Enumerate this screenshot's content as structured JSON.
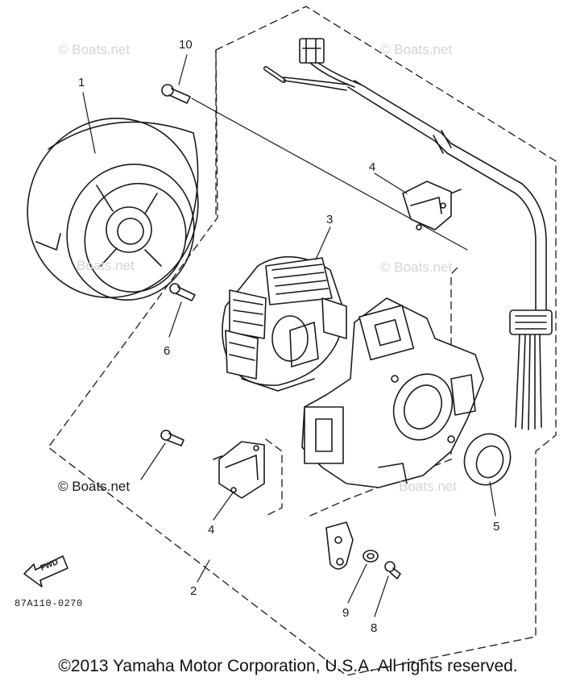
{
  "watermark": {
    "text": "© Boats.net",
    "text_partial": "Boats.net",
    "text_partial2": "Boats.net"
  },
  "callouts": {
    "c1": "1",
    "c2": "2",
    "c3": "3",
    "c4a": "4",
    "c4b": "4",
    "c5": "5",
    "c6": "6",
    "c8": "8",
    "c9": "9",
    "c10": "10"
  },
  "fwd_label": "FWD",
  "figure_code": "87A110-0270",
  "copyright": "©2013 Yamaha Motor Corporation, U.S.A. All rights reserved.",
  "icons": [
    "flywheel-rotor",
    "stator-coil",
    "stator-base",
    "pickup-coil",
    "oil-seal",
    "screw",
    "washer",
    "wire-harness",
    "fwd-arrow-icon"
  ]
}
